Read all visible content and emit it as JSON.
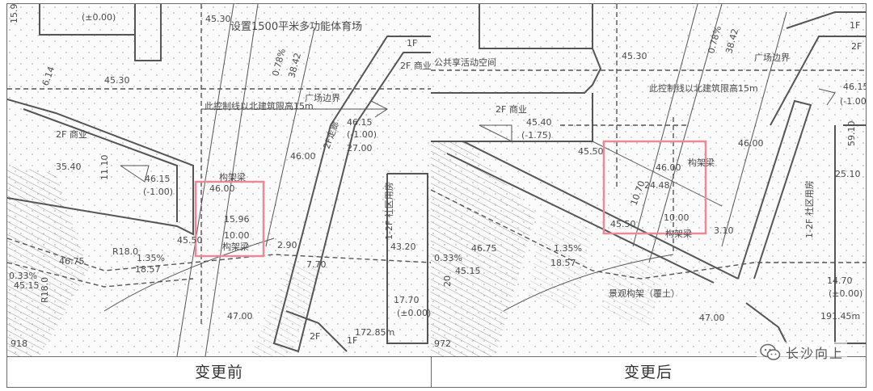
{
  "colors": {
    "line": "#555555",
    "highlight": "#e88a98",
    "hatch": "#9a9a9a",
    "caption": "#333333"
  },
  "before": {
    "caption": "变更前",
    "labels": {
      "top_elev": "45.30",
      "top_note": "设置1500平米多功能体育场",
      "num_159": "15.9",
      "pm000_top": "(±0.00)",
      "elev_4530": "45.30",
      "n614": "6.14",
      "square_edge": "广场边界",
      "slope": "0.78%",
      "len3842": "38.42",
      "fl1": "1F",
      "fl2_biz_right": "2F 商业",
      "ctrl_line": "此控制线以北建筑限高15m",
      "fl2_biz": "2F 商业",
      "elev4615": "46.15",
      "sub100": "(-1.00)",
      "n3540": "35.40",
      "n1110": "11.10",
      "n4600a": "46.00",
      "n4600b": "46.00",
      "n1596": "15.96",
      "n1000": "10.00",
      "struct_beam": "构架梁",
      "struct_beam2": "构架梁",
      "elev4550": "45.50",
      "r18": "R18.0",
      "slope135": "1.35%",
      "n1857": "18.57",
      "elev4675": "46.75",
      "slope033": "0.33%",
      "n4515": "45.15",
      "r18b": "R18.0",
      "n290": "2.90",
      "n770": "7.70",
      "elev4700": "47.00",
      "elev4615b": "46.15",
      "sub100b": "(-1.00)",
      "n2700": "27.00",
      "fl12": "1-2F 社区用房",
      "n4320": "43.20",
      "n1770": "17.70",
      "pm000b": "(±0.00)",
      "n172": "172.85m",
      "n918": "918",
      "stair": "2F走廊",
      "n2": "2F",
      "n1f": "1F"
    }
  },
  "after": {
    "caption": "变更后",
    "labels": {
      "elev4530": "45.30",
      "slope": "0.78%",
      "len3842": "38.42",
      "square_edge": "广场边界",
      "public": "公共享活动空间",
      "fl1": "1F",
      "fl2": "2F",
      "ctrl_line": "此控制线以北建筑限高15m",
      "fl2_biz": "2F 商业",
      "elev4540": "45.40",
      "sub175": "(-1.75)",
      "elev4615": "46.15",
      "sub100": "(-1.00)",
      "elev4550": "45.50",
      "n4600a": "46.00",
      "n4600b": "46.00",
      "struct_beam": "构架梁",
      "struct_beam2": "构架梁",
      "n2448": "24.48",
      "n1000": "10.00",
      "n1070": "10.70",
      "elev4550b": "45.50",
      "elev4675": "46.75",
      "slope033": "0.33%",
      "n4515": "45.15",
      "n1857": "18.57",
      "slope135": "1.35%",
      "n310": "3.10",
      "n5910": "59.10",
      "n2510": "25.10",
      "fl12": "1-2F 社区用房",
      "n1470": "14.70",
      "pm000": "(±0.00)",
      "n191": "191.45m",
      "elev4700": "47.00",
      "n972": "972",
      "n20": "20",
      "beam_low": "景观构架（覆土）"
    }
  },
  "watermark": {
    "text": "长沙向上",
    "icon": "wechat-icon"
  }
}
